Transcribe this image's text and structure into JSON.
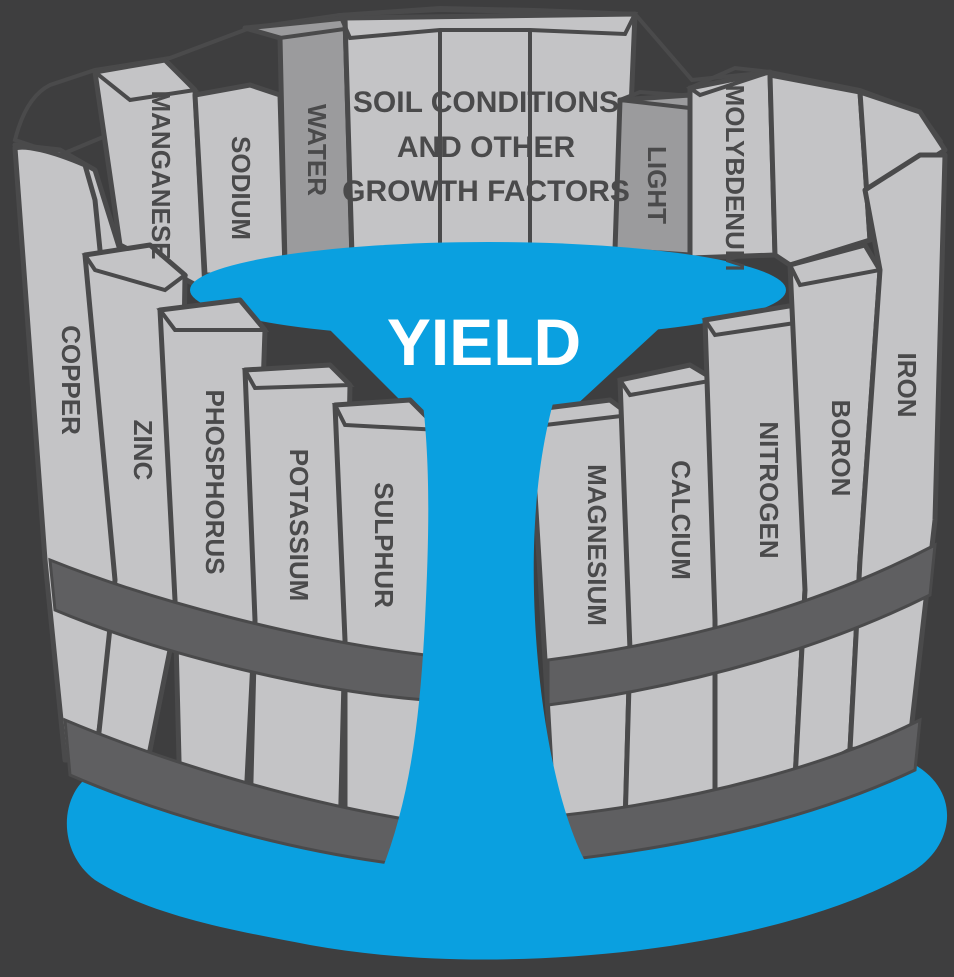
{
  "colors": {
    "background": "#3e3e3f",
    "stave_fill": "#c4c4c6",
    "stave_top": "#d6d6d8",
    "stave_dark_fill": "#9b9b9d",
    "outline": "#4a4a4b",
    "hoop": "#5f5f61",
    "water": "#0aa0e0",
    "label_text": "#4a4a4b",
    "yield_text": "#ffffff"
  },
  "barrel": {
    "yield_label": "YIELD",
    "back_panel_lines": [
      "SOIL CONDITIONS",
      "AND OTHER",
      "GROWTH FACTORS"
    ],
    "staves": [
      {
        "id": "manganese",
        "label": "MANGANESE"
      },
      {
        "id": "sodium",
        "label": "SODIUM"
      },
      {
        "id": "water",
        "label": "WATER"
      },
      {
        "id": "light",
        "label": "LIGHT"
      },
      {
        "id": "molybdenum",
        "label": "MOLYBDENUM"
      },
      {
        "id": "copper",
        "label": "COPPER"
      },
      {
        "id": "zinc",
        "label": "ZINC"
      },
      {
        "id": "phosphorus",
        "label": "PHOSPHORUS"
      },
      {
        "id": "potassium",
        "label": "POTASSIUM"
      },
      {
        "id": "sulphur",
        "label": "SULPHUR"
      },
      {
        "id": "magnesium",
        "label": "MAGNESIUM"
      },
      {
        "id": "calcium",
        "label": "CALCIUM"
      },
      {
        "id": "nitrogen",
        "label": "NITROGEN"
      },
      {
        "id": "boron",
        "label": "BORON"
      },
      {
        "id": "iron",
        "label": "IRON"
      }
    ]
  }
}
